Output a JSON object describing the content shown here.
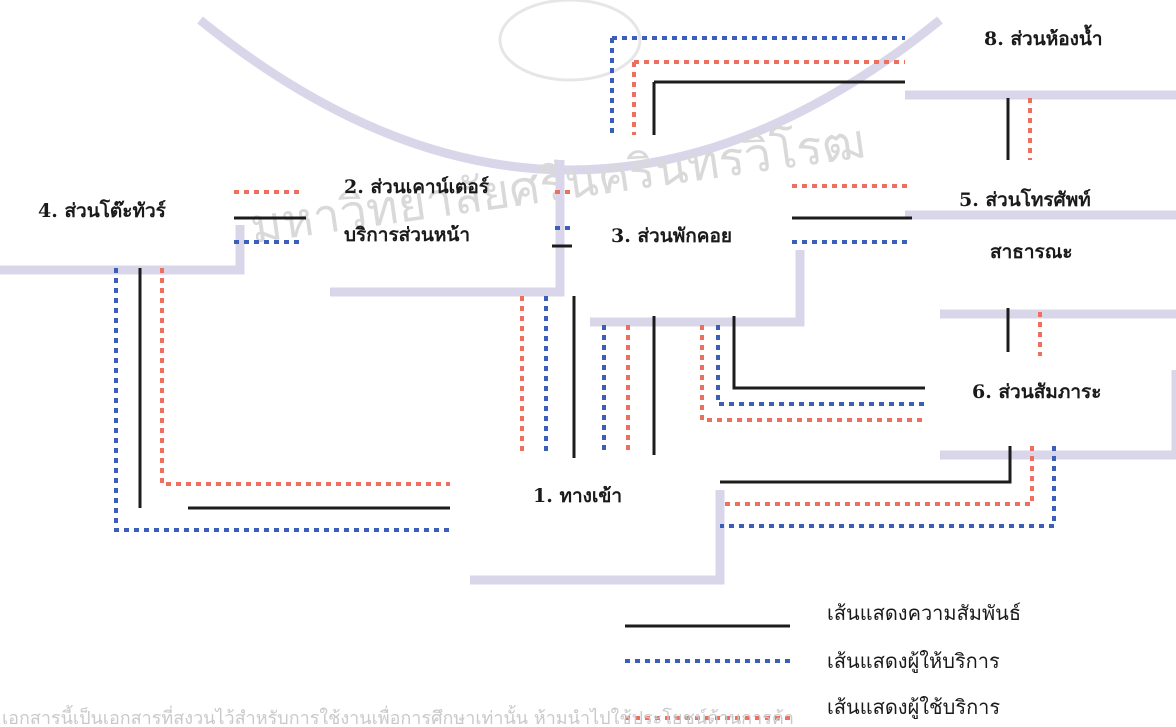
{
  "nodes": {
    "entrance": "1. ทางเข้า",
    "front_counter_line1": "2. ส่วนเคาน์เตอร์",
    "front_counter_line2": "บริการส่วนหน้า",
    "waiting_area": "3. ส่วนพักคอย",
    "tour_desk": "4. ส่วนโต๊ะทัวร์",
    "public_phone_line1": "5. ส่วนโทรศัพท์",
    "public_phone_line2": "สาธารณะ",
    "luggage": "6. ส่วนสัมภาระ",
    "restroom": "8. ส่วนห้องน้ำ"
  },
  "legend": {
    "relationship": "เส้นแสดงความสัมพันธ์",
    "service_provider": "เส้นแสดงผู้ให้บริการ",
    "service_user": "เส้นแสดงผู้ใช้บริการ"
  },
  "watermark": {
    "text": "มหาวิทยาลัยศรีนครินทรวิโรฒ"
  },
  "footer": {
    "text": "เอกสารนี้เป็นเอกสารที่สงวนไว้สำหรับการใช้งานเพื่อการศึกษาเท่านั้น ห้ามนำไปใช้ประโยชน์ด้านการค้า"
  },
  "colors": {
    "relationship": "#1c1c1c",
    "service_provider": "#3a5fb8",
    "service_user": "#ef6f5e"
  }
}
